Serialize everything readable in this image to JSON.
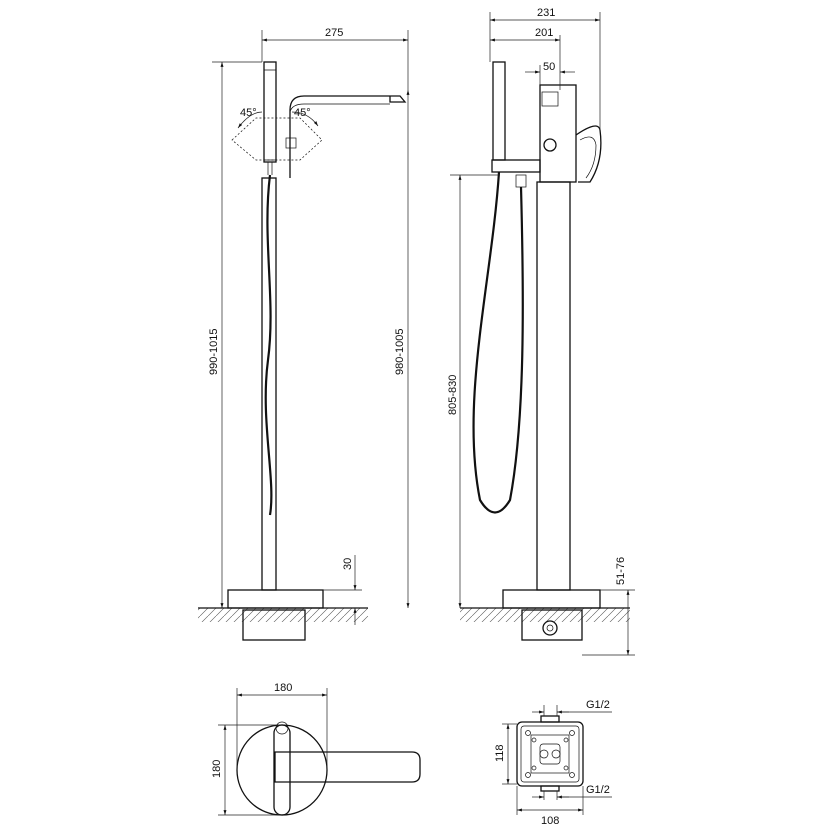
{
  "side_view": {
    "width_dim": "275",
    "angle_left": "45°",
    "angle_right": "45°",
    "height_total": "990-1015",
    "height_spout": "980-1005",
    "base_height": "30"
  },
  "front_view": {
    "width_total": "231",
    "width_body": "201",
    "width_outlet": "50",
    "height_handset": "805-830",
    "floor_depth": "51-76"
  },
  "top_view": {
    "width": "180",
    "depth": "180"
  },
  "base_view": {
    "thread_top": "G1/2",
    "thread_bottom": "G1/2",
    "height": "118",
    "width": "108"
  }
}
